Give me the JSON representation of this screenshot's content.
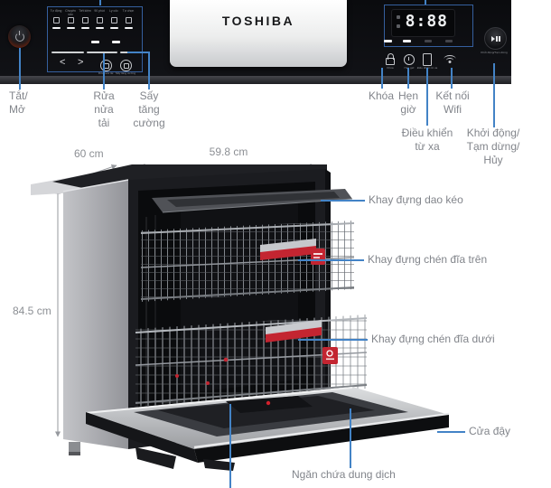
{
  "brand": "TOSHIBA",
  "colors": {
    "panel_black": "#0d0e11",
    "callout_blue": "#4383c6",
    "box_blue": "#355f9e",
    "label_gray": "#82858b",
    "accent_red": "#c32531"
  },
  "panel": {
    "display_time": "8:88",
    "programs": [
      "Tự động",
      "Chuyên sâu",
      "Tiết kiệm",
      "90 phút",
      "Ly cốc",
      "Tự chọn"
    ],
    "nav_prev": "<",
    "nav_next": ">",
    "half_load_btn": "Rửa nửa tải",
    "extra_dry_btn": "Sấy tăng cường",
    "touch_labels": [
      "Khóa",
      "Hẹn giờ",
      "Điều khiển từ xa",
      ""
    ],
    "start_btn": "Khởi động/Tạm dừng"
  },
  "panel_callouts": {
    "power": [
      "Tắt/",
      "Mở"
    ],
    "half_load": [
      "Rửa",
      "nửa",
      "tải"
    ],
    "extra_dry": [
      "Sấy",
      "tăng",
      "cường"
    ],
    "lock": [
      "Khóa"
    ],
    "timer": [
      "Hẹn",
      "giờ"
    ],
    "wifi": [
      "Kết nối",
      "Wifi"
    ],
    "remote": [
      "Điều khiển",
      "từ xa"
    ],
    "start": [
      "Khởi động/",
      "Tạm dừng/",
      "Hủy"
    ]
  },
  "dimensions": {
    "depth": "60 cm",
    "width": "59.8 cm",
    "height": "84.5 cm"
  },
  "product_callouts": {
    "cutlery_tray": "Khay đựng dao kéo",
    "upper_rack": "Khay đựng chén đĩa trên",
    "lower_rack": "Khay đựng chén đĩa dưới",
    "door": "Cửa đậy",
    "dispenser": "Ngăn chứa dung dịch"
  }
}
